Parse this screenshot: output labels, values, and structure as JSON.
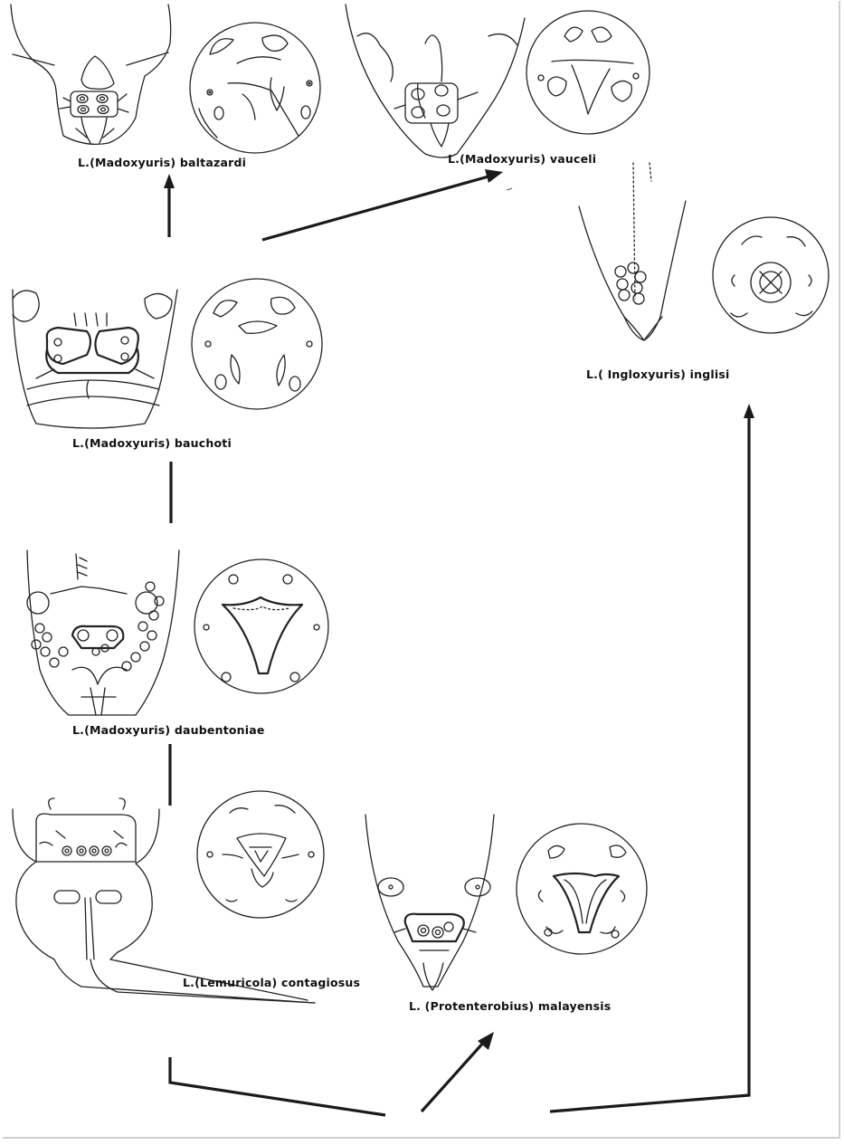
{
  "figure": {
    "species": [
      {
        "id": "baltazardi",
        "label": "L.(Madoxyuris) baltazardi"
      },
      {
        "id": "vauceli",
        "label": "L.(Madoxyuris) vauceli"
      },
      {
        "id": "inglisi",
        "label": "L.( Ingloxyuris) inglisi"
      },
      {
        "id": "bauchoti",
        "label": "L.(Madoxyuris) bauchoti"
      },
      {
        "id": "daubentoniae",
        "label": "L.(Madoxyuris) daubentoniae"
      },
      {
        "id": "contagiosus",
        "label": "L.(Lemuricola) contagiosus"
      },
      {
        "id": "malayensis",
        "label": "L. (Protenterobius) malayensis"
      }
    ]
  }
}
